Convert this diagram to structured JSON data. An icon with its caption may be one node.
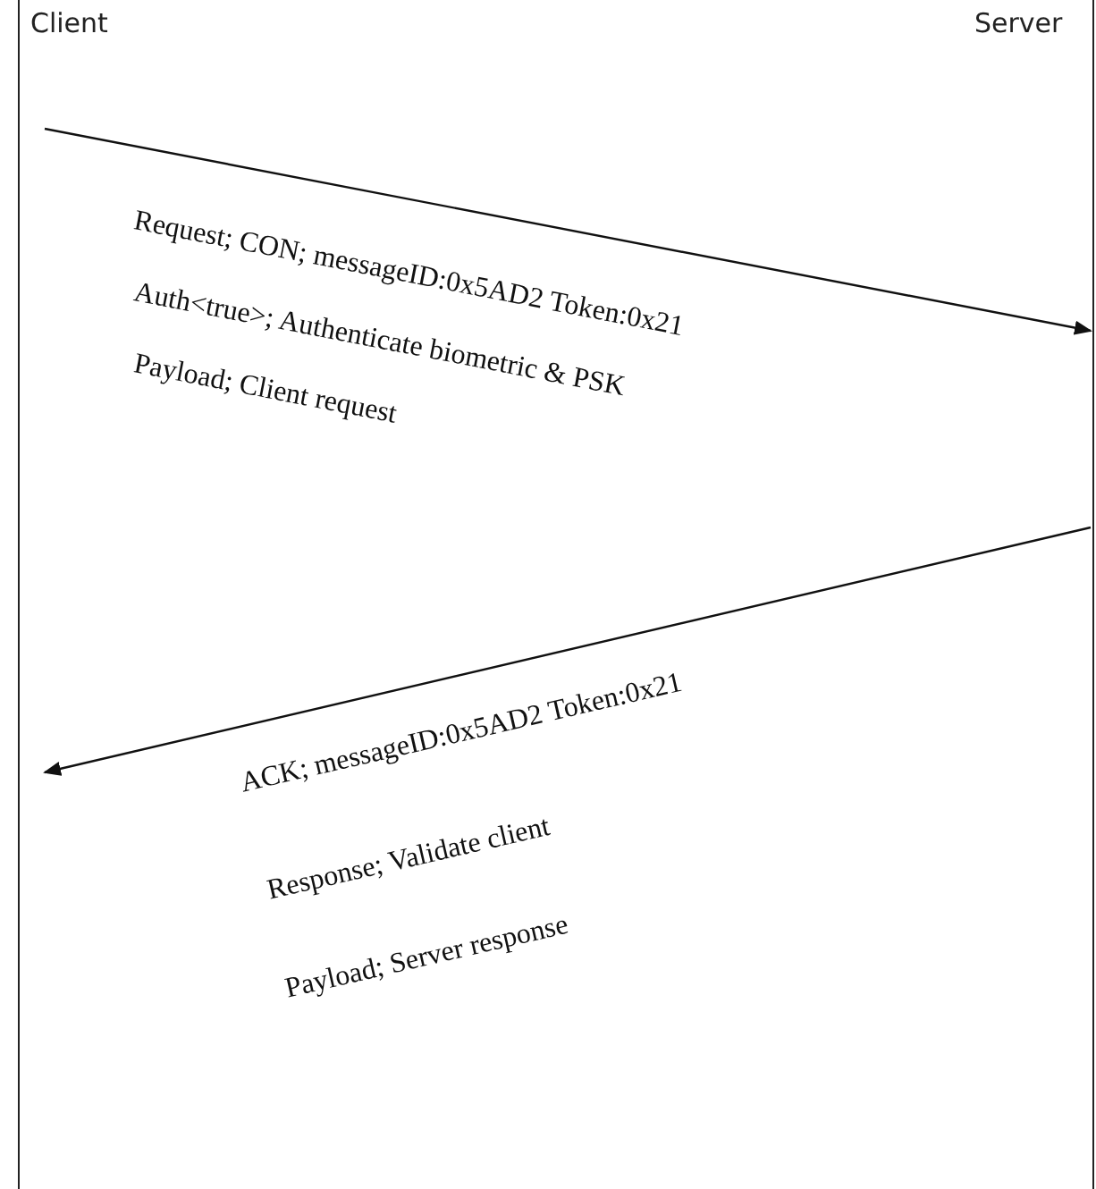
{
  "diagram": {
    "nodes": [
      {
        "text": [
          "Client"
        ]
      },
      {
        "text": [
          "Server"
        ]
      }
    ],
    "edges": [
      {
        "from": 0,
        "to": 1,
        "arrow": "to"
      },
      {
        "from": 1,
        "to": 0,
        "arrow": "to"
      }
    ],
    "labels": [
      "Request; CON; messageID:0x5AD2 Token:0x21",
      "Auth<true>; Authenticate biometric & PSK",
      "Payload; Client request",
      "ACK; messageID:0x5AD2 Token:0x21",
      "Response; Validate client",
      "Payload; Server response"
    ]
  }
}
